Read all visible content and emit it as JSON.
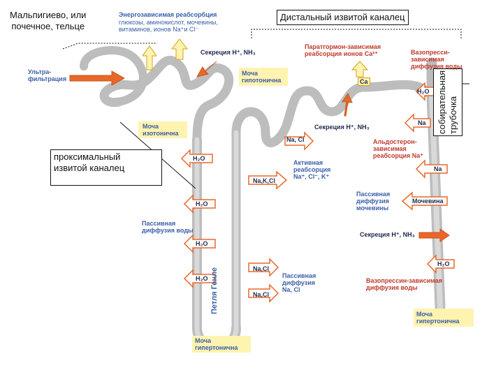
{
  "callouts": {
    "malpighi": "Мальпигиево, или\nпочечное, тельце",
    "distal": "Дистальный извитой каналец",
    "proximal": "проксимальный\nизвитой каналец",
    "collecting": "собирательная\nтрубочка"
  },
  "labels": {
    "energy_reabs_title": "Энергозависимая реабсорбция",
    "energy_reabs_body": "глюкозы, аминокислот, мочевины,\nвитаминов, ионов Na⁺и Cl⁻",
    "secretion_top": "Секреция H⁺, NH₃",
    "ultra": "Ультра-\nфильтрация",
    "urine_iso": "Моча\nизотонична",
    "urine_hypo": "Моча\nгипотонична",
    "parathormone": "Паратгормон-зависимая\nреабсорция ионов Ca²⁺",
    "vasopressin_top": "Вазопресси-\nзависимая\nдиффузия воды",
    "ca": "Ca",
    "h2o_distal": "H₂O",
    "secretion_mid": "Секреция H⁺, NH₃",
    "na_cl_top": "Na, Cl",
    "aldosterone": "Альдостерон-\nзависимая\nреабсорция Na⁺",
    "na_arrow1": "Na",
    "na_arrow2": "Na",
    "active": "Активная\nреабсорция\nNa⁺, Cl⁻, K⁺",
    "na_k_cl": "Na,K,Cl",
    "h2o_p1": "H₂O",
    "h2o_p2": "H₂O",
    "passive_water": "Пассивная\nдиффузия воды",
    "h2o_p3": "H₂O",
    "h2o_p4": "H₂O",
    "passive_urea": "Пассивная\nдиффузия\nмочевины",
    "urea": "Мочевина",
    "secretion_low": "Секреция H⁺, NH₃",
    "h2o_collect": "H₂O",
    "na_cl_2": "Na,Cl",
    "na_cl_3": "Na,Cl",
    "passive_nacl": "Пассивная\nдиффузия\nNa, Cl",
    "vasopressin_low": "Вазопрессин-зависимая\nдиффузия воды",
    "henle": "Петля Генле",
    "urine_hyper_bottom": "Моча\nгипертонична",
    "urine_hyper_right": "Моча\nгипертонична"
  },
  "colors": {
    "tubule": "#c8c8c8",
    "tubule_edge": "#9a9a9a",
    "arrow_orange": "#e8682a",
    "arrow_yellow": "#fff3b0",
    "arrow_yellow_edge": "#d4a017",
    "text_blue": "#3a5fa8",
    "text_red": "#c0392b"
  }
}
